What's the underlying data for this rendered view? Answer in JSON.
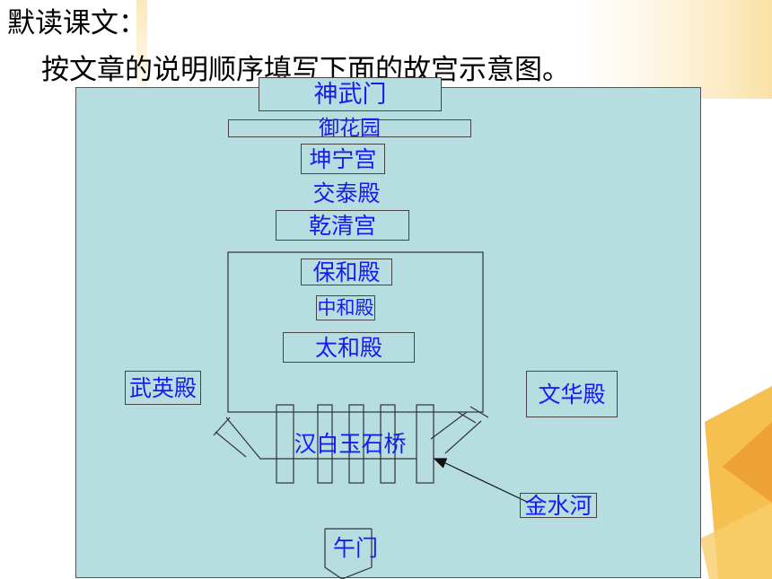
{
  "header": {
    "title": "默读课文：",
    "instruction": "按文章的说明顺序填写下面的故宫示意图。"
  },
  "diagram": {
    "north_gate": "神武门",
    "imperial_garden": "御花园",
    "kunning_palace": "坤宁宫",
    "jiaotai_hall": "交泰殿",
    "qianqing_palace": "乾清宫",
    "baohe_hall": "保和殿",
    "zhonghe_hall": "中和殿",
    "taihe_hall": "太和殿",
    "wuying_hall": "武英殿",
    "wenhua_hall": "文华殿",
    "bridges": "汉白玉石桥",
    "river": "金水河",
    "south_gate": "午门"
  },
  "colors": {
    "panel": "#b6dde0",
    "text": "#1a1aee",
    "highlight": "#f7c46c",
    "deco": "#f5b531"
  }
}
